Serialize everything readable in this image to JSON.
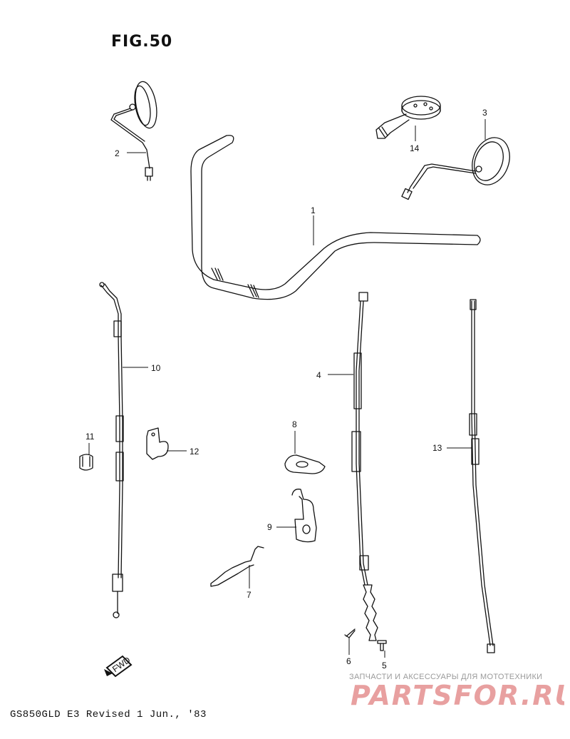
{
  "figure": {
    "title": "FIG.50"
  },
  "callouts": {
    "c1": "1",
    "c2": "2",
    "c3": "3",
    "c4": "4",
    "c5": "5",
    "c6": "6",
    "c7": "7",
    "c8": "8",
    "c9": "9",
    "c10": "10",
    "c11": "11",
    "c12": "12",
    "c13": "13",
    "c14": "14"
  },
  "fwd_label": "FWD",
  "footer": {
    "text": "GS850GLD E3 Revised 1 Jun., '83"
  },
  "watermark": {
    "subtitle": "ЗАПЧАСТИ И АКСЕССУАРЫ ДЛЯ МОТОТЕХНИКИ",
    "logo_text": "PARTSFOR.RU",
    "logo_color": "#e8a0a0"
  }
}
